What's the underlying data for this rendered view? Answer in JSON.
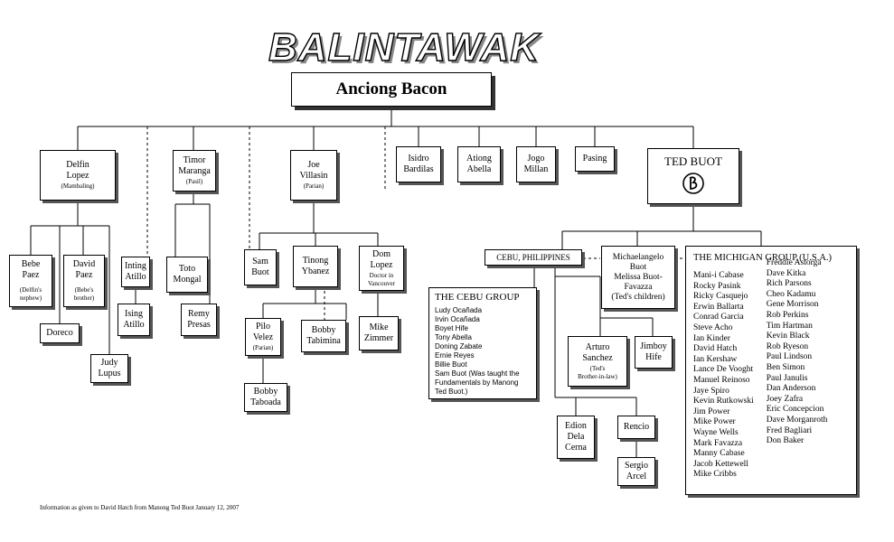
{
  "title": "BALINTAWAK",
  "root": "Anciong Bacon",
  "footnote": "Information as given to David Hatch from Manong Ted Buot January 12, 2007",
  "nodes": {
    "delfin": {
      "name": "Delfin\nLopez",
      "note": "(Mambaling)"
    },
    "timor": {
      "name": "Timor\nMaranga",
      "note": "(Pasil)"
    },
    "joe": {
      "name": "Joe\nVillasin",
      "note": "(Parian)"
    },
    "isidro": {
      "name": "Isidro\nBardilas"
    },
    "ationg": {
      "name": "Ationg\nAbella"
    },
    "jogo": {
      "name": "Jogo\nMillan"
    },
    "pasing": {
      "name": "Pasing"
    },
    "ted": {
      "name": "TED BUOT"
    },
    "bebe": {
      "name": "Bebe\nPaez",
      "note": "(Delfin's\nnephew)"
    },
    "david": {
      "name": "David\nPaez",
      "note": "(Bebe's\nbrother)"
    },
    "inting": {
      "name": "Inting\nAtillo"
    },
    "ising": {
      "name": "Ising\nAtillo"
    },
    "doreco": {
      "name": "Doreco"
    },
    "judy": {
      "name": "Judy\nLupus"
    },
    "toto": {
      "name": "Toto\nMongal"
    },
    "remy": {
      "name": "Remy\nPresas"
    },
    "sam": {
      "name": "Sam\nBuot"
    },
    "tinong": {
      "name": "Tinong\nYbanez"
    },
    "dom": {
      "name": "Dom\nLopez",
      "note": "Doctor in\nVancouver"
    },
    "pilo": {
      "name": "Pilo\nVelez",
      "note": "(Parian)"
    },
    "bobbyt": {
      "name": "Bobby\nTabimina"
    },
    "mike": {
      "name": "Mike\nZimmer"
    },
    "bobbytab": {
      "name": "Bobby\nTaboada"
    },
    "cebu": {
      "name": "CEBU, PHILIPPINES"
    },
    "michael": {
      "name": "Michaelangelo\nBuot\nMelissa Buot-\nFavazza\n(Ted's children)"
    },
    "arturo": {
      "name": "Arturo\nSanchez",
      "note": "(Ted's\nBrother-in-law)"
    },
    "jimboy": {
      "name": "Jimboy\nHife"
    },
    "edion": {
      "name": "Edion\nDela\nCerna"
    },
    "rencio": {
      "name": "Rencio"
    },
    "sergio": {
      "name": "Sergio\nArcel"
    }
  },
  "cebu_group": {
    "header": "THE CEBU GROUP",
    "members": [
      "Ludy Ocañada",
      "Irvin Ocañada",
      "Boyet Hife",
      "Tony Abella",
      "Doning Zabate",
      "Ernie Reyes",
      "Billie Buot",
      "Sam Buot (Was taught the\nFundamentals by Manong\nTed Buot.)"
    ]
  },
  "michigan_group": {
    "header": "THE MICHIGAN GROUP (U.S.A.)",
    "col1": [
      "Mani-i Cabase",
      "Rocky Pasink",
      "Ricky Casquejo",
      "Erwin Ballarta",
      "Conrad Garcia",
      "Steve Acho",
      "Ian Kinder",
      "David Hatch",
      "Ian Kershaw",
      "Lance De Vooght",
      "Manuel Reinoso",
      "Jaye Spiro",
      "Kevin Rutkowski",
      "Jim Power",
      "Mike Power",
      "Wayne Wells",
      "Mark Favazza",
      "Manny Cabase",
      "Jacob Kettewell",
      "Mike Cribbs"
    ],
    "col2": [
      "Freddie Astorga",
      "Dave Kitka",
      "Rich Parsons",
      "Cheo Kadamu",
      "Gene Morrison",
      "Rob Perkins",
      "Tim Hartman",
      "Kevin Black",
      "Rob Ryeson",
      "Paul Lindson",
      "Ben Simon",
      "Paul Janulis",
      "Dan Anderson",
      "Joey Zafra",
      "Eric Concepcion",
      "Dave Morganroth",
      "Fred Bagliari",
      "Don Baker"
    ]
  }
}
